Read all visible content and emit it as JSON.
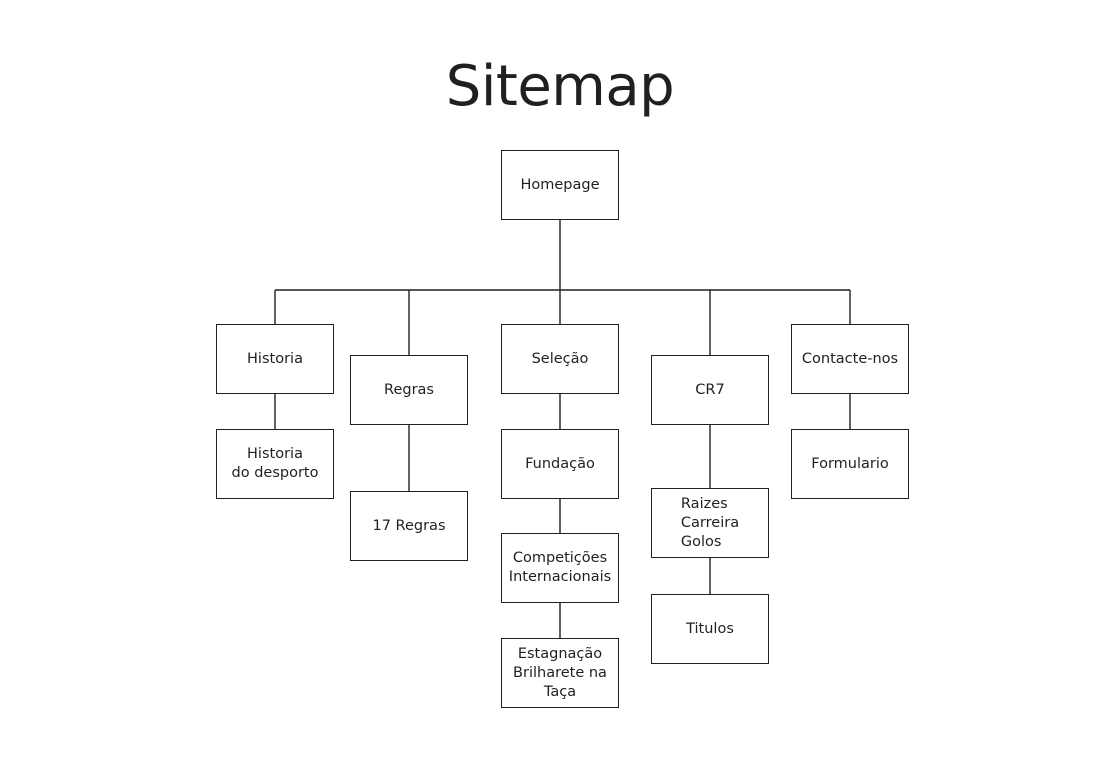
{
  "title": "Sitemap",
  "nodes": {
    "homepage": "Homepage",
    "historia": "Historia",
    "historia_desporto": "Historia\ndo desporto",
    "regras": "Regras",
    "regras_17": "17 Regras",
    "selecao": "Seleção",
    "fundacao": "Fundação",
    "competicoes": "Competições\nInternacionais",
    "estagnacao": "Estagnação\nBrilharete na\nTaça",
    "cr7": "CR7",
    "raizes": "Raizes\nCarreira\nGolos",
    "titulos": "Titulos",
    "contacte": "Contacte-nos",
    "formulario": "Formulario"
  }
}
